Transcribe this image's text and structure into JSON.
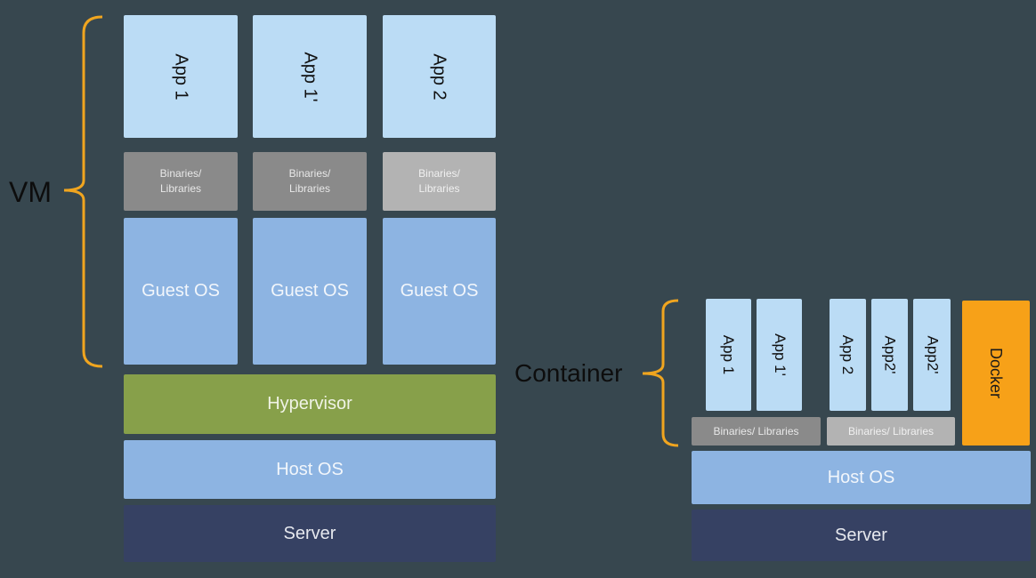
{
  "colors": {
    "background": "#37474f",
    "app": "#bbdcf5",
    "binaries_dark": "#8a8a8a",
    "binaries_light": "#b3b3b3",
    "guest_os": "#8db4e2",
    "hypervisor": "#87a04a",
    "host_os": "#8db4e2",
    "server": "#364163",
    "docker": "#f7a118",
    "brace": "#f0a51f"
  },
  "vm": {
    "label": "VM",
    "apps": [
      "App 1",
      "App 1'",
      "App 2"
    ],
    "binaries": [
      "Binaries/ Libraries",
      "Binaries/ Libraries",
      "Binaries/ Libraries"
    ],
    "guest_os": [
      "Guest OS",
      "Guest OS",
      "Guest OS"
    ],
    "hypervisor": "Hypervisor",
    "host_os": "Host OS",
    "server": "Server"
  },
  "container": {
    "label": "Container",
    "apps": [
      "App 1",
      "App 1'",
      "App 2",
      "App2'",
      "App2'"
    ],
    "binaries": [
      "Binaries/ Libraries",
      "Binaries/ Libraries"
    ],
    "docker": "Docker",
    "host_os": "Host OS",
    "server": "Server"
  }
}
